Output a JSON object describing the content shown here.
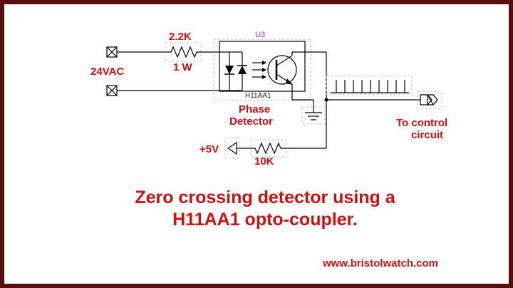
{
  "labels": {
    "resistor1_value": "2.2K",
    "resistor1_power": "1 W",
    "ac_input": "24VAC",
    "ic_ref": "U3",
    "ic_part": "H11AA1",
    "detector_line1": "Phase",
    "detector_line2": "Detector",
    "output_line1": "To control",
    "output_line2": "circuit",
    "vcc": "+5V",
    "resistor2_value": "10K"
  },
  "title": {
    "line1": "Zero crossing detector using a",
    "line2": "H11AA1 opto-coupler."
  },
  "website": "www.bristolwatch.com",
  "colors": {
    "frame": "#5a0f0f",
    "label_red": "#cc1111",
    "ic_ref": "#9b30c0"
  }
}
